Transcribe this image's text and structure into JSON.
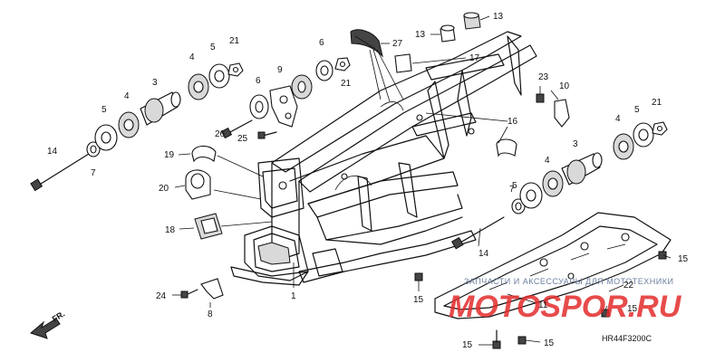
{
  "callouts": {
    "c1": "1",
    "c3a": "3",
    "c3b": "3",
    "c4a": "4",
    "c4b": "4",
    "c4c": "4",
    "c4d": "4",
    "c5a": "5",
    "c5b": "5",
    "c5c": "5",
    "c5d": "5",
    "c6a": "6",
    "c6b": "6",
    "c7a": "7",
    "c7b": "7",
    "c8": "8",
    "c9": "9",
    "c10": "10",
    "c11": "11",
    "c13a": "13",
    "c13b": "13",
    "c14a": "14",
    "c14b": "14",
    "c15a": "15",
    "c15b": "15",
    "c15c": "15",
    "c15d": "15",
    "c15e": "15",
    "c16": "16",
    "c17": "17",
    "c18": "18",
    "c19": "19",
    "c20": "20",
    "c21a": "21",
    "c21b": "21",
    "c21c": "21",
    "c22": "22",
    "c23": "23",
    "c24": "24",
    "c25": "25",
    "c26": "26",
    "c27": "27"
  },
  "watermark": {
    "top": "ЗАПЧАСТИ И АКСЕССУАРЫ ДЛЯ МОТОТЕХНИКИ",
    "main": "MOTOSPOR.RU"
  },
  "diagram_code": "HR44F3200C",
  "direction_label": "FR.",
  "colors": {
    "watermark_red": "#e32b2b",
    "watermark_blue": "#5a6f95"
  }
}
